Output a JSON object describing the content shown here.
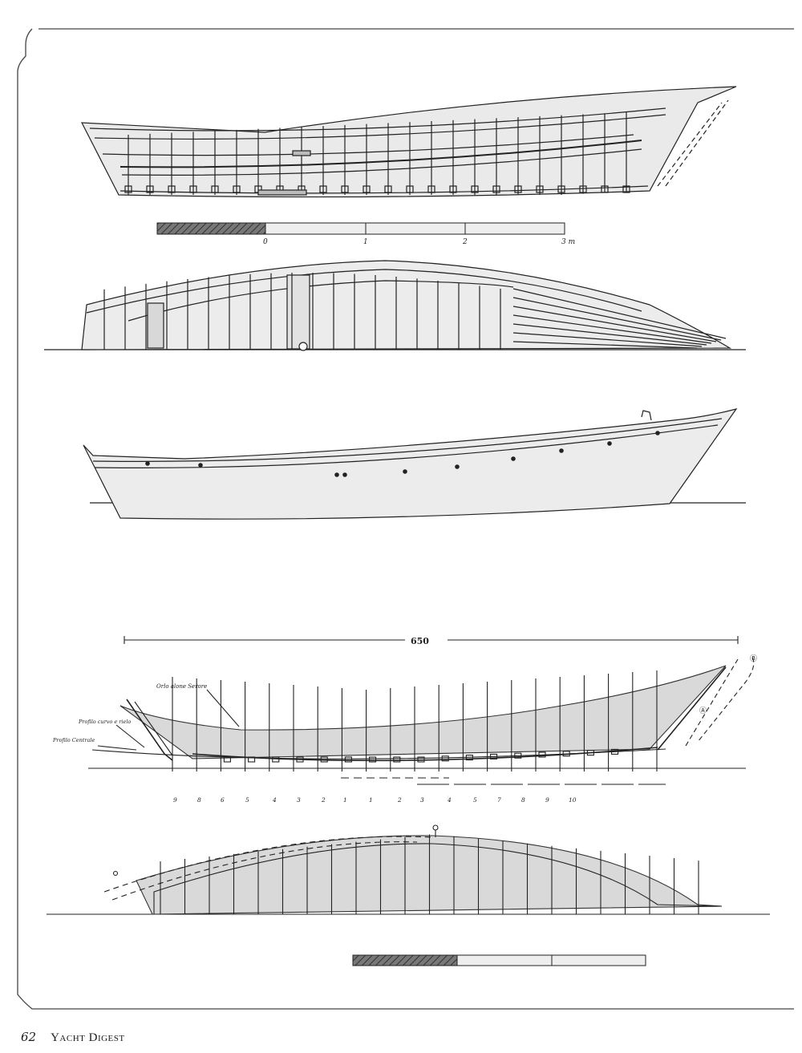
{
  "page": {
    "number": "62",
    "magazine": "Yacht Digest"
  },
  "scale_bar_1": {
    "labels": [
      "0",
      "1",
      "2",
      "3 m"
    ]
  },
  "lines_plan": {
    "overall_length": "650",
    "annotations": [
      "Orlo alone Serore",
      "Profilo curvo e rielo",
      "Profilo Centrale"
    ],
    "stations": [
      "9",
      "8",
      "6",
      "5",
      "4",
      "3",
      "2",
      "1",
      "1",
      "2",
      "3",
      "4",
      "5",
      "7",
      "8",
      "9",
      "10"
    ],
    "marker_top": "Ⓑ",
    "marker_mid": "Ⓐ"
  }
}
